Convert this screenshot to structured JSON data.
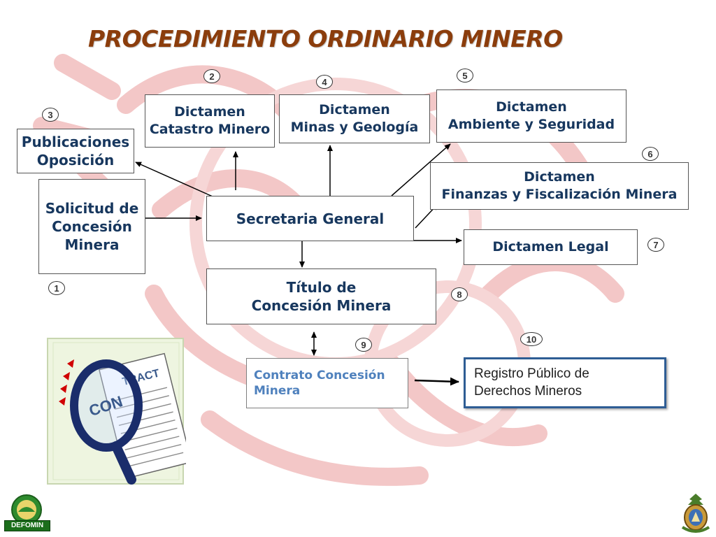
{
  "slide": {
    "title": "PROCEDIMIENTO ORDINARIO MINERO",
    "colors": {
      "title": "#8b3d0c",
      "box_text": "#17375e",
      "contrato_text": "#4f81bd",
      "registro_border": "#2e5d94",
      "watermark": "#f3c7c7"
    }
  },
  "boxes": {
    "solicitud": {
      "lines": [
        "Solicitud de",
        "Concesión",
        "Minera"
      ]
    },
    "publicaciones": {
      "lines": [
        "Publicaciones",
        "Oposición"
      ]
    },
    "catastro": {
      "lines": [
        "Dictamen",
        "Catastro Minero"
      ]
    },
    "minas": {
      "lines": [
        "Dictamen",
        "Minas y Geología"
      ]
    },
    "ambiente": {
      "lines": [
        "Dictamen",
        "Ambiente y Seguridad"
      ]
    },
    "finanzas": {
      "lines": [
        "Dictamen",
        "Finanzas y Fiscalización Minera"
      ]
    },
    "legal": {
      "lines": [
        "Dictamen Legal"
      ]
    },
    "secretaria": {
      "lines": [
        "Secretaria General"
      ]
    },
    "titulo": {
      "lines": [
        "Título de",
        "Concesión Minera"
      ]
    },
    "contrato": {
      "lines": [
        "Contrato Concesión",
        "Minera"
      ]
    },
    "registro": {
      "lines": [
        "Registro Público de",
        "Derechos Mineros"
      ]
    }
  },
  "steps": {
    "solicitud": "1",
    "catastro": "2",
    "publicaciones": "3",
    "minas": "4",
    "ambiente": "5",
    "finanzas": "6",
    "legal": "7",
    "titulo": "8",
    "contrato": "9",
    "registro": "10"
  },
  "illustration": {
    "icon": "contract-magnifier-icon",
    "lens_text": "CON",
    "paper_text": "TRACT"
  },
  "logos": {
    "left_text": "DEFOMIN",
    "left_icon": "defomin-logo-icon",
    "right_icon": "honduras-coat-of-arms-icon"
  }
}
